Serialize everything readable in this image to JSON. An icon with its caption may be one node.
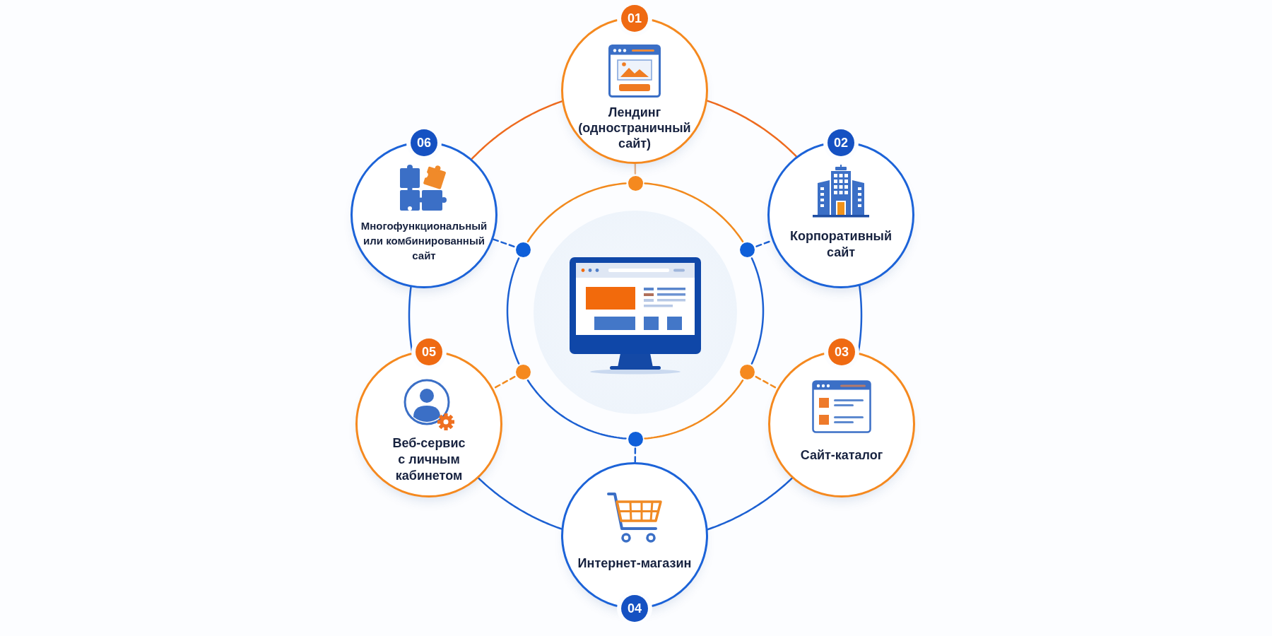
{
  "diagram": {
    "nodes": [
      {
        "text": [
          "01",
          "Лендинг (одностраничный сайт)"
        ]
      },
      {
        "text": [
          "02",
          "Корпоративный сайт"
        ]
      },
      {
        "text": [
          "03",
          "Сайт-каталог"
        ]
      },
      {
        "text": [
          "Интернет-магазин",
          "04"
        ]
      },
      {
        "text": [
          "05",
          "Веб-сервис с личным кабинетом"
        ]
      },
      {
        "text": [
          "06",
          "Многофункциональный или комбинированный сайт"
        ]
      },
      {
        "text": [],
        "shape": "picture"
      },
      {
        "text": [],
        "shape": "circle"
      },
      {
        "text": [],
        "shape": "circle"
      },
      {
        "text": [],
        "shape": "circle"
      },
      {
        "text": [],
        "shape": "circle"
      },
      {
        "text": [],
        "shape": "circle"
      },
      {
        "text": [],
        "shape": "circle"
      }
    ],
    "edges": [
      {
        "from": 0,
        "to": 1,
        "arrow": "none",
        "color": "#ee6b1f"
      },
      {
        "from": 1,
        "to": 2,
        "arrow": "none"
      },
      {
        "from": 2,
        "to": 3,
        "arrow": "none"
      },
      {
        "from": 3,
        "to": 4,
        "arrow": "none"
      },
      {
        "from": 4,
        "to": 5,
        "arrow": "none"
      },
      {
        "from": 5,
        "to": 0,
        "arrow": "none",
        "color": "#ee6b1f"
      },
      {
        "from": 7,
        "to": 8,
        "arrow": "none",
        "color": "#f28a1e"
      },
      {
        "from": 8,
        "to": 9,
        "arrow": "none"
      },
      {
        "from": 9,
        "to": 10,
        "arrow": "none",
        "color": "#f28a1e"
      },
      {
        "from": 10,
        "to": 11,
        "arrow": "none"
      },
      {
        "from": 11,
        "to": 12,
        "arrow": "none"
      },
      {
        "from": 12,
        "to": 7,
        "arrow": "none",
        "color": "#f28a1e"
      },
      {
        "from": 7,
        "to": 0,
        "arrow": "none",
        "color": "#e9b48a"
      },
      {
        "from": 8,
        "to": 1,
        "arrow": "none",
        "style": "dashed"
      },
      {
        "from": 9,
        "to": 2,
        "arrow": "none",
        "style": "dashed",
        "color": "#f28a1e"
      },
      {
        "from": 10,
        "to": 3,
        "arrow": "none",
        "style": "dashed"
      },
      {
        "from": 11,
        "to": 4,
        "arrow": "none",
        "style": "dashed",
        "color": "#f28a1e"
      },
      {
        "from": 12,
        "to": 5,
        "arrow": "none",
        "style": "dashed"
      }
    ]
  }
}
